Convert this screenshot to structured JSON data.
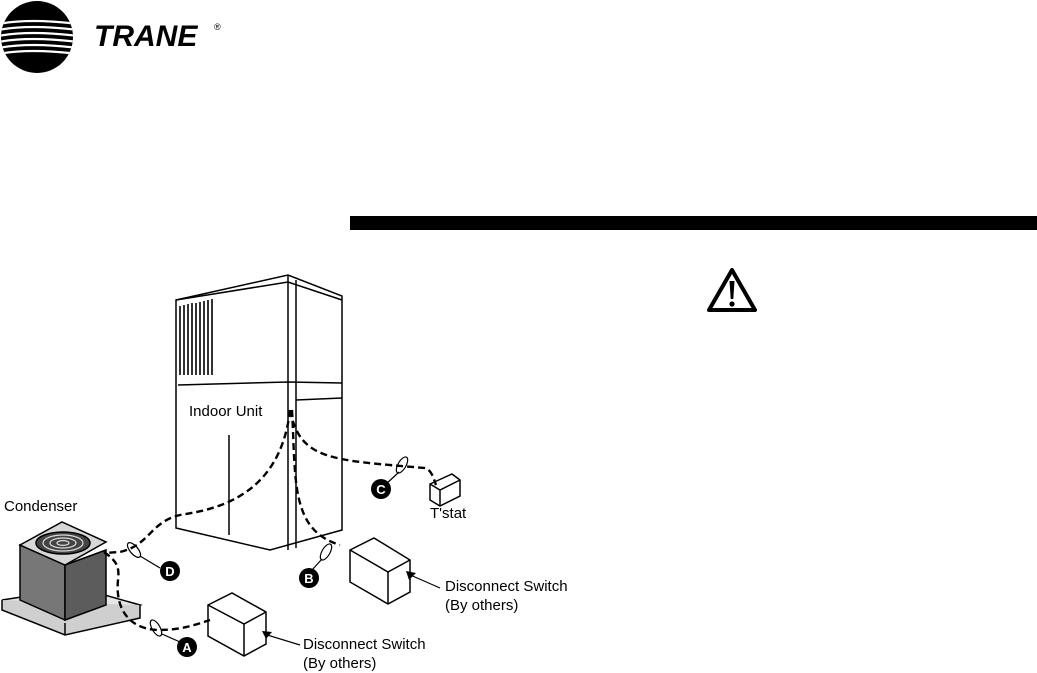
{
  "brand": {
    "name": "TRANE",
    "mark": "®"
  },
  "diagram": {
    "labels": {
      "indoor_unit": "Indoor Unit",
      "condenser": "Condenser",
      "tstat": "T'stat",
      "disconnect_b_line1": "Disconnect Switch",
      "disconnect_b_line2": "(By others)",
      "disconnect_a_line1": "Disconnect Switch",
      "disconnect_a_line2": "(By others)"
    },
    "markers": {
      "a": "A",
      "b": "B",
      "c": "C",
      "d": "D"
    }
  }
}
